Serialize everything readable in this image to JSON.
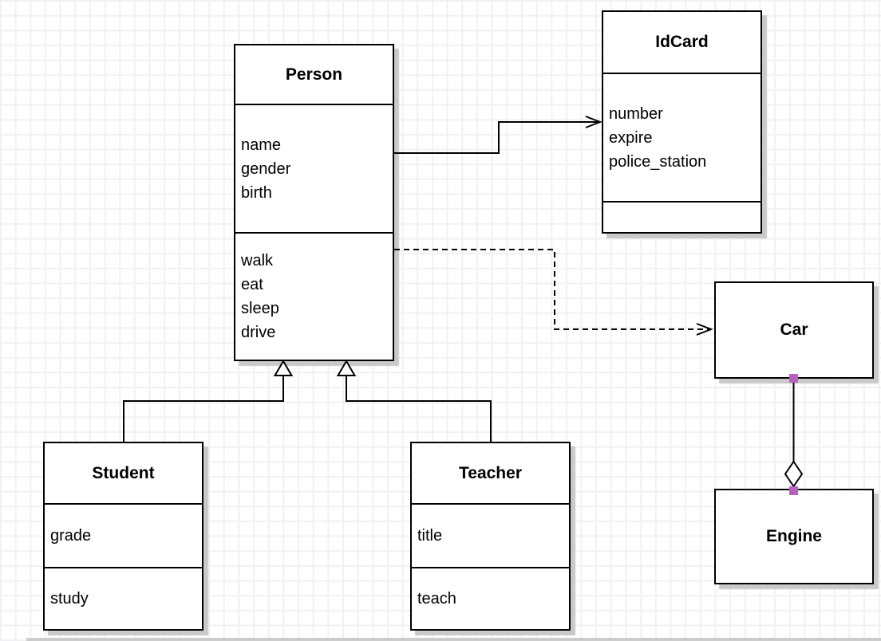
{
  "classes": {
    "person": {
      "title": "Person",
      "attributes": [
        "name",
        "gender",
        "birth"
      ],
      "methods": [
        "walk",
        "eat",
        "sleep",
        "drive"
      ]
    },
    "idcard": {
      "title": "IdCard",
      "attributes": [
        "number",
        "expire",
        "police_station"
      ],
      "methods": []
    },
    "student": {
      "title": "Student",
      "attributes": [
        "grade"
      ],
      "methods": [
        "study"
      ]
    },
    "teacher": {
      "title": "Teacher",
      "attributes": [
        "title"
      ],
      "methods": [
        "teach"
      ]
    },
    "car": {
      "title": "Car"
    },
    "engine": {
      "title": "Engine"
    }
  },
  "relationships": [
    {
      "from": "Person",
      "to": "IdCard",
      "kind": "association",
      "line": "solid",
      "arrow": "open-arrow"
    },
    {
      "from": "Person",
      "to": "Car",
      "kind": "dependency",
      "line": "dashed",
      "arrow": "open-arrow"
    },
    {
      "from": "Student",
      "to": "Person",
      "kind": "generalization",
      "line": "solid",
      "arrow": "hollow-triangle"
    },
    {
      "from": "Teacher",
      "to": "Person",
      "kind": "generalization",
      "line": "solid",
      "arrow": "hollow-triangle"
    },
    {
      "from": "Car",
      "to": "Engine",
      "kind": "aggregation",
      "line": "solid",
      "arrow": "hollow-diamond",
      "endpoints_highlighted": true
    }
  ],
  "colors": {
    "stroke": "#000000",
    "box_fill": "#ffffff",
    "shadow": "#c9c9c9",
    "grid_line": "#f1f1f4",
    "canvas_bg": "#ffffff",
    "endpoint_marker": "#b564bd"
  }
}
